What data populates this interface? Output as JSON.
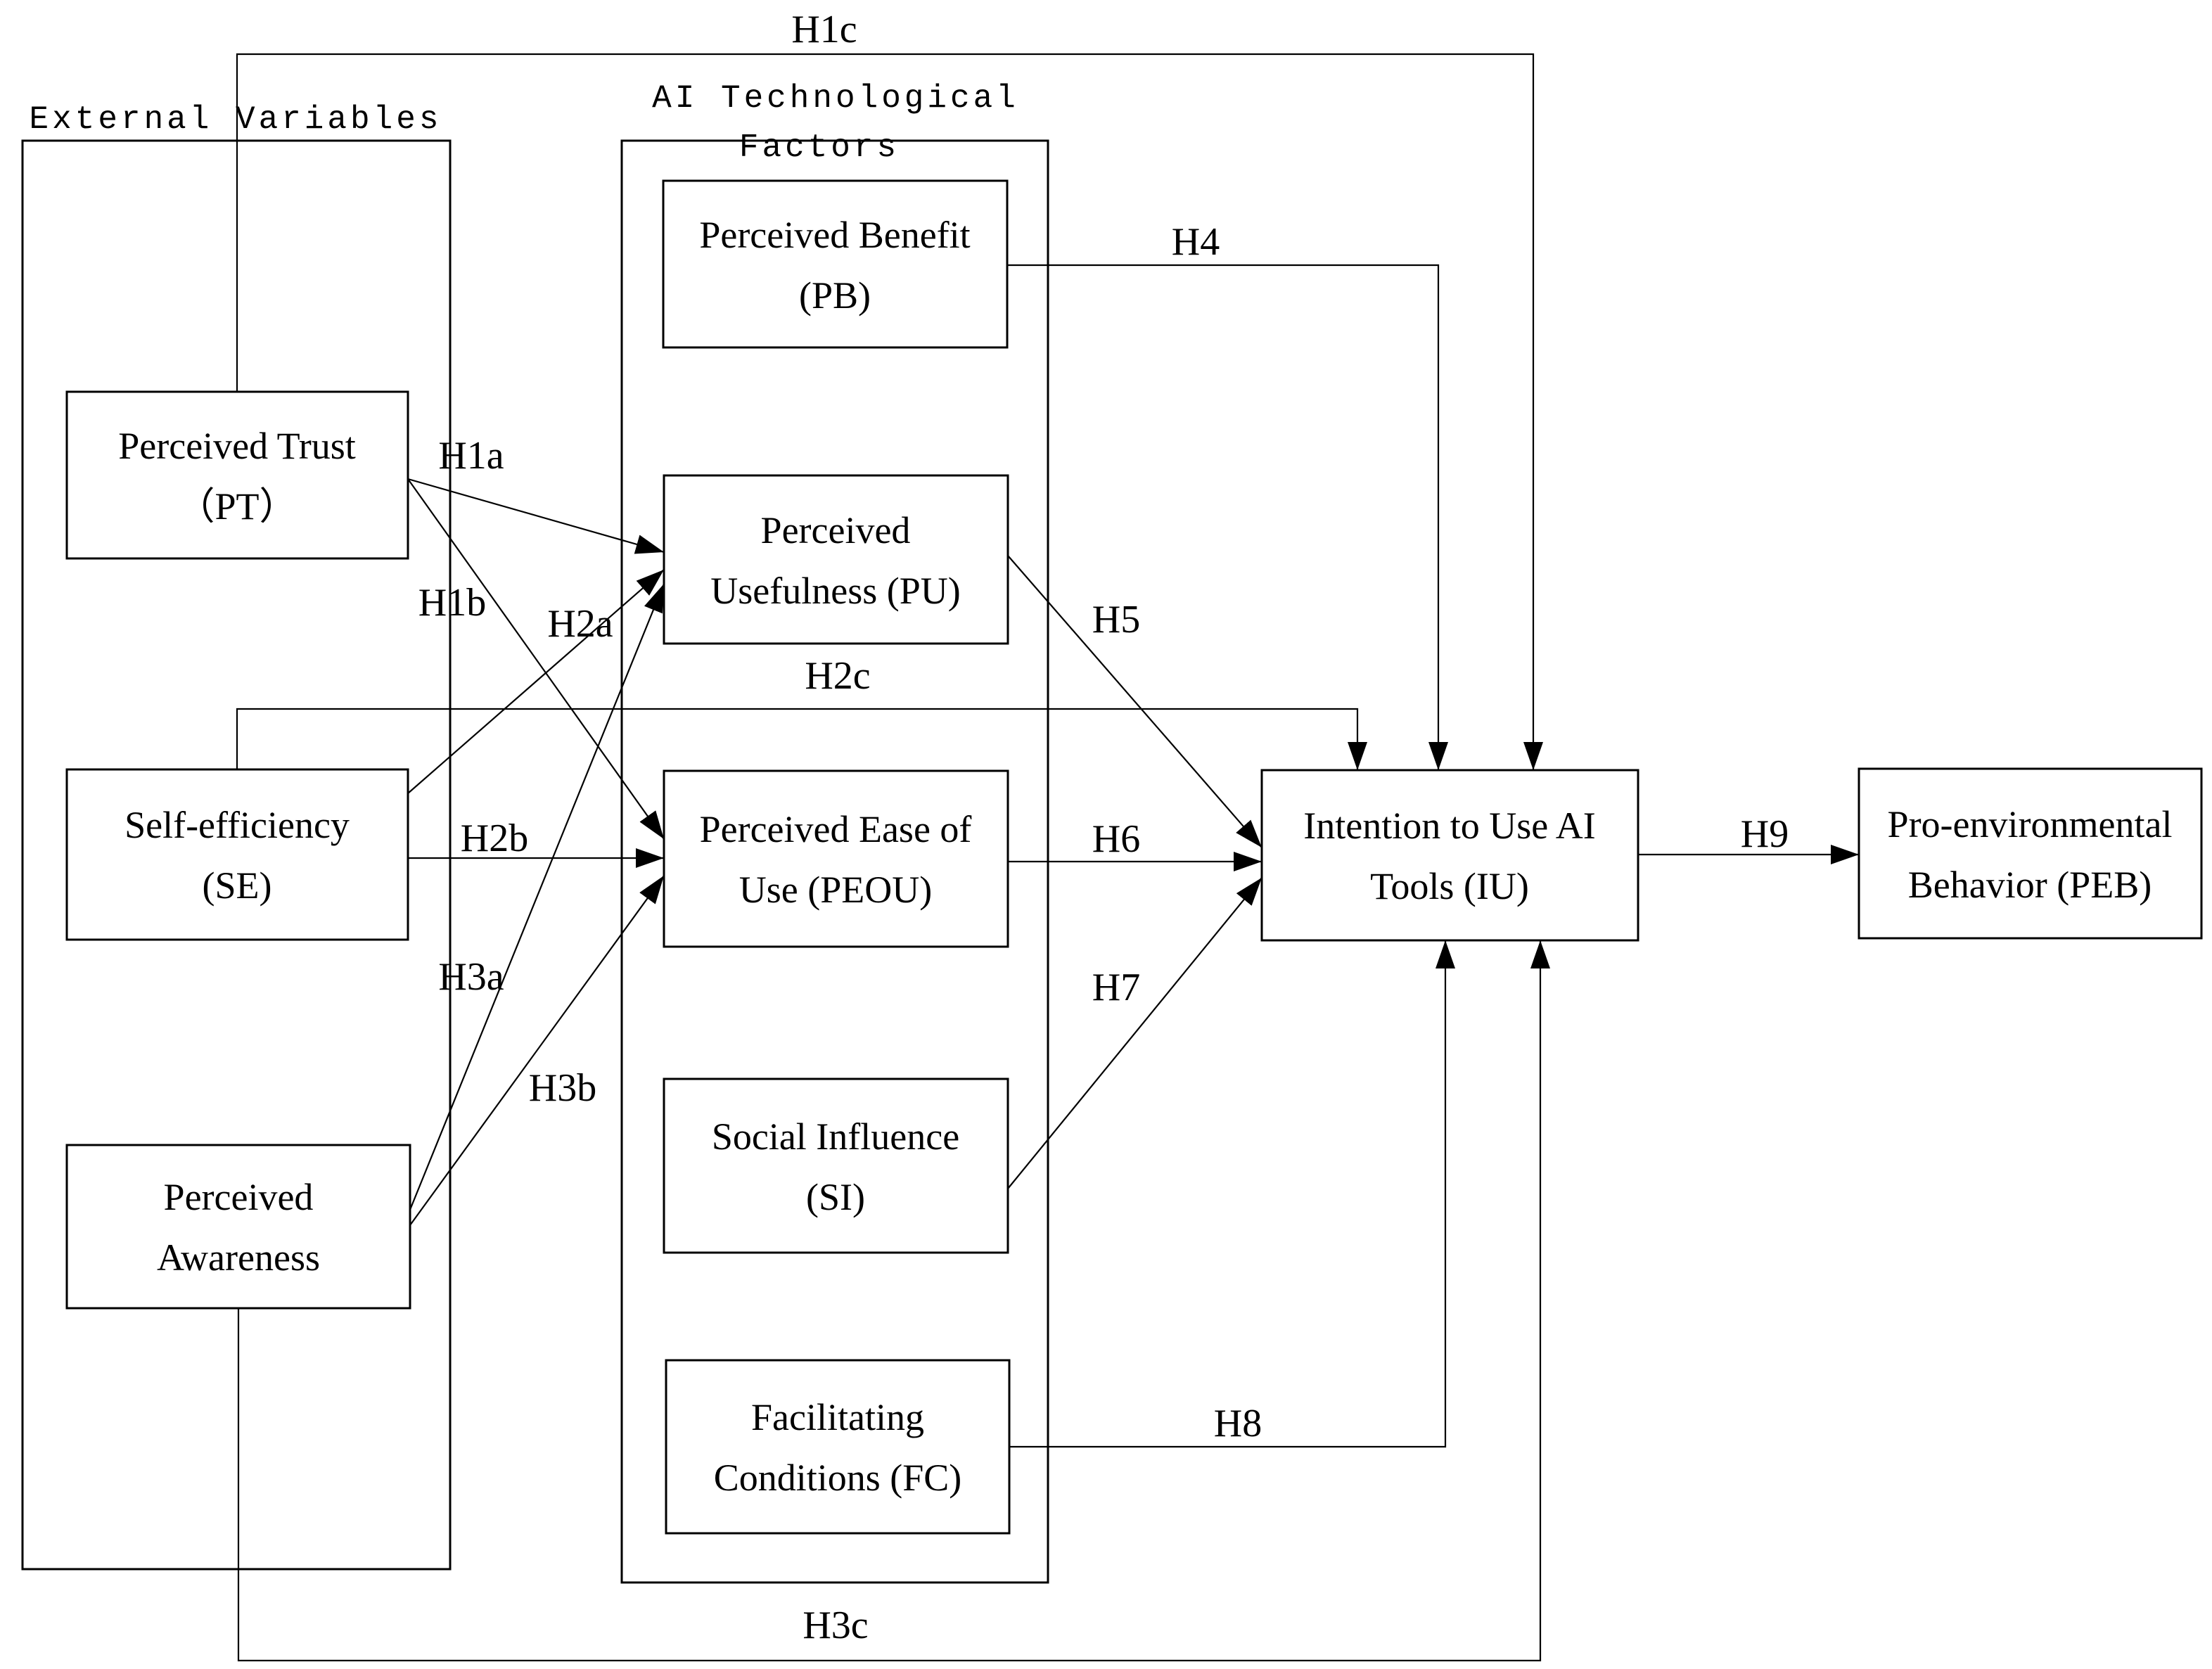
{
  "figure": {
    "background_color": "#ffffff",
    "line_color": "#000000",
    "containers": {
      "external_variables": {
        "title": "External Variables"
      },
      "ai_technological_factors": {
        "title_line1": "AI Technological",
        "title_line2": "Factors"
      }
    },
    "constructs": {
      "pt": {
        "line1": "Perceived Trust",
        "line2": "（PT）"
      },
      "se": {
        "line1": "Self-efficiency",
        "line2": "(SE)"
      },
      "pa": {
        "line1": "Perceived",
        "line2": "Awareness"
      },
      "pb": {
        "line1": "Perceived Benefit",
        "line2": "(PB)"
      },
      "pu": {
        "line1": "Perceived",
        "line2": "Usefulness (PU)"
      },
      "peou": {
        "line1": "Perceived Ease of",
        "line2": "Use (PEOU)"
      },
      "si": {
        "line1": "Social Influence",
        "line2": "(SI)"
      },
      "fc": {
        "line1": "Facilitating",
        "line2": "Conditions (FC)"
      },
      "iu": {
        "line1": "Intention to Use AI",
        "line2": "Tools (IU)"
      },
      "peb": {
        "line1": "Pro-environmental",
        "line2": "Behavior (PEB)"
      }
    },
    "hypotheses": {
      "h1a": "H1a",
      "h1b": "H1b",
      "h1c": "H1c",
      "h2a": "H2a",
      "h2b": "H2b",
      "h2c": "H2c",
      "h3a": "H3a",
      "h3b": "H3b",
      "h3c": "H3c",
      "h4": "H4",
      "h5": "H5",
      "h6": "H6",
      "h7": "H7",
      "h8": "H8",
      "h9": "H9"
    }
  }
}
